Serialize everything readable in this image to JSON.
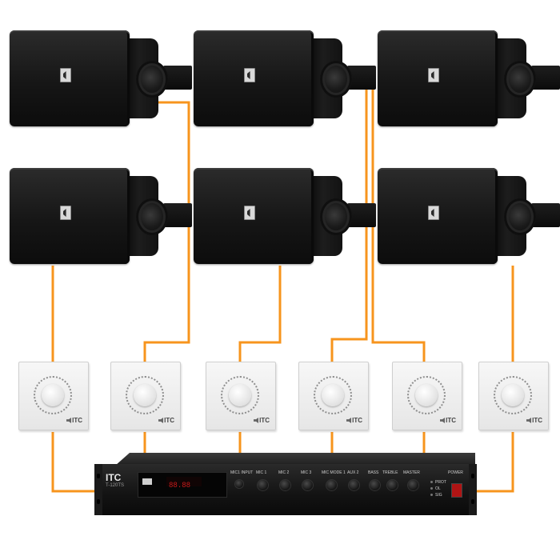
{
  "diagram": {
    "wire_color": "#F7941D",
    "speaker_color": "#151515",
    "panel_color": "#F2F2F2",
    "speakers": [
      {
        "id": "speaker-1",
        "row": 1,
        "col": 1
      },
      {
        "id": "speaker-2",
        "row": 1,
        "col": 2
      },
      {
        "id": "speaker-3",
        "row": 1,
        "col": 3
      },
      {
        "id": "speaker-4",
        "row": 2,
        "col": 1
      },
      {
        "id": "speaker-5",
        "row": 2,
        "col": 2
      },
      {
        "id": "speaker-6",
        "row": 2,
        "col": 3
      }
    ],
    "volume_controls": [
      {
        "id": "volume-control-1",
        "brand": "ITC"
      },
      {
        "id": "volume-control-2",
        "brand": "ITC"
      },
      {
        "id": "volume-control-3",
        "brand": "ITC"
      },
      {
        "id": "volume-control-4",
        "brand": "ITC"
      },
      {
        "id": "volume-control-5",
        "brand": "ITC"
      },
      {
        "id": "volume-control-6",
        "brand": "ITC"
      }
    ],
    "amplifier": {
      "brand": "ITC",
      "model": "T-120TS",
      "display": "88.88",
      "labels": {
        "mic_input": "MIC1 INPUT",
        "mic1": "MIC 1",
        "mic2": "MIC 2",
        "mic3": "MIC 3",
        "mic_mode": "MIC MODE 1",
        "aux": "AUX 2",
        "bass": "BASS",
        "treble": "TREBLE",
        "master": "MASTER",
        "power": "POWER",
        "prot": "PROT",
        "ol": "OL",
        "signal": "SIG"
      }
    }
  }
}
